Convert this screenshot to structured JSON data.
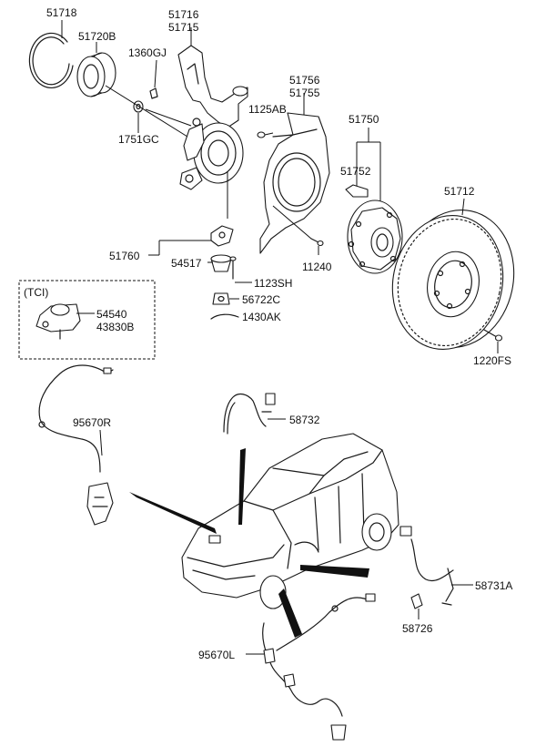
{
  "diagram": {
    "labels": {
      "p51718": "51718",
      "p51720B": "51720B",
      "p51716": "51716",
      "p51715": "51715",
      "p1360GJ": "1360GJ",
      "p1751GC": "1751GC",
      "p51756": "51756",
      "p51755": "51755",
      "p1125AB": "1125AB",
      "p51750": "51750",
      "p51752": "51752",
      "p51712": "51712",
      "p51760": "51760",
      "p54517": "54517",
      "p11240": "11240",
      "p1123SH": "1123SH",
      "p56722C": "56722C",
      "p1430AK": "1430AK",
      "p1220FS": "1220FS",
      "tci": "(TCI)",
      "p54540": "54540",
      "p43830B": "43830B",
      "p95670R": "95670R",
      "p58732": "58732",
      "p58731A": "58731A",
      "p58726": "58726",
      "p95670L": "95670L"
    }
  }
}
